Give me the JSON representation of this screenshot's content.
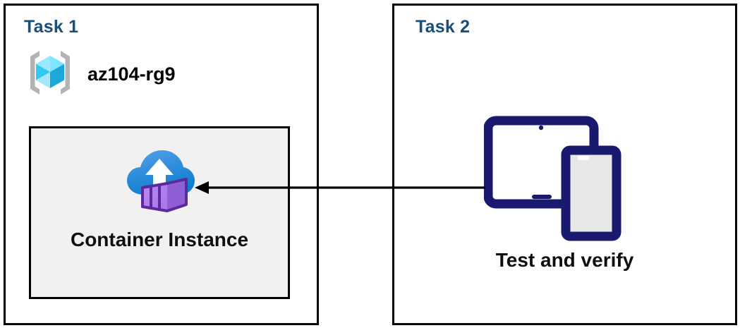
{
  "diagram": {
    "type": "flow-diagram",
    "background_color": "#ffffff",
    "panel_border_color": "#000000",
    "title_color": "#1a4f7a",
    "accent_navy": "#191970",
    "box_fill": "#f1f1f1"
  },
  "panels": [
    {
      "id": "task1",
      "title": "Task 1",
      "resource_group": {
        "icon": "resource-group-icon",
        "label": "az104-rg9"
      },
      "resource_box": {
        "icon": "container-instance-icon",
        "label": "Container Instance",
        "fill_color": "#f1f1f1"
      }
    },
    {
      "id": "task2",
      "title": "Task 2",
      "device_group": {
        "icon": "tablet-and-phone-icon",
        "label": "Test and verify",
        "color": "#191970"
      }
    }
  ],
  "connector": {
    "name": "flow-arrow",
    "from": "Test and verify",
    "to": "Container Instance",
    "direction": "right-to-left",
    "color": "#000000"
  }
}
